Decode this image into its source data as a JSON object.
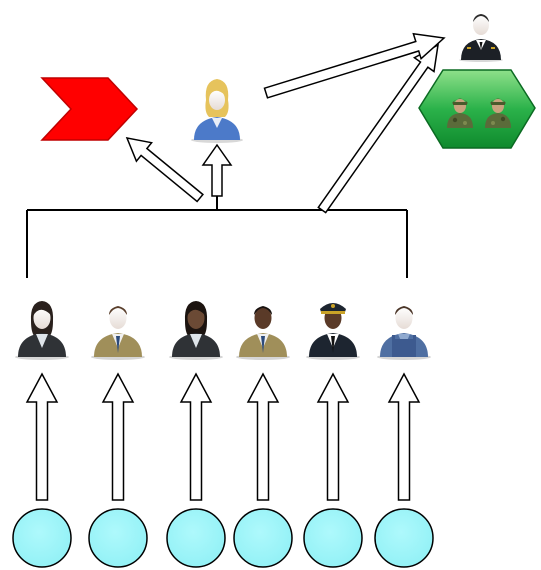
{
  "diagram": {
    "top_people": [
      {
        "id": "commander",
        "icon": "officer-navy-suit-person-icon"
      },
      {
        "id": "manager",
        "icon": "blonde-woman-blue-suit-person-icon"
      }
    ],
    "top_shapes": [
      {
        "id": "red-chevron",
        "icon": "red-chevron-arrow-shape",
        "color": "#ff0000"
      },
      {
        "id": "soldier-unit",
        "icon": "green-hexagon-with-two-soldiers",
        "color": "#22b14c"
      }
    ],
    "team_members": [
      {
        "icon": "woman-dark-suit-person-icon"
      },
      {
        "icon": "man-tan-suit-person-icon"
      },
      {
        "icon": "dark-skinned-woman-dark-suit-person-icon"
      },
      {
        "icon": "dark-skinned-man-tan-suit-person-icon"
      },
      {
        "icon": "pilot-captain-uniform-person-icon"
      },
      {
        "icon": "worker-overalls-person-icon"
      }
    ],
    "source_circles": [
      {
        "icon": "cyan-circle"
      },
      {
        "icon": "cyan-circle"
      },
      {
        "icon": "cyan-circle"
      },
      {
        "icon": "cyan-circle"
      },
      {
        "icon": "cyan-circle"
      },
      {
        "icon": "cyan-circle"
      }
    ],
    "colors": {
      "circle_fill": "#99f7fb",
      "chevron_fill": "#ff0000",
      "hexagon_fill": "#22b14c",
      "line": "#000000"
    }
  }
}
